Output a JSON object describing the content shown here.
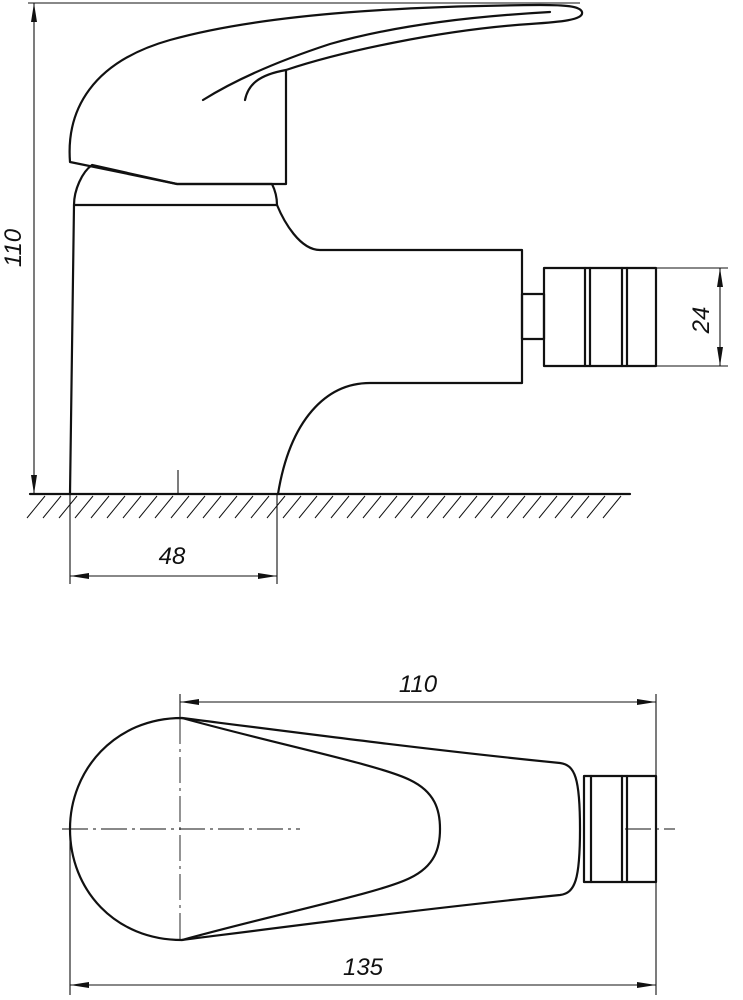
{
  "dimensions": {
    "side_height": "110",
    "side_base_width": "48",
    "side_outlet_diameter": "24",
    "top_length": "110",
    "top_overall_length": "135"
  }
}
